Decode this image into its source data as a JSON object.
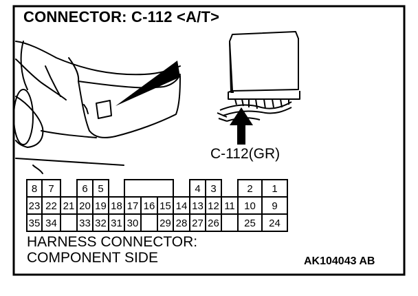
{
  "title": "CONNECTOR: C-112 <A/T>",
  "connector_label": "C-112(GR)",
  "harness_line1": "HARNESS CONNECTOR:",
  "harness_line2": "COMPONENT SIDE",
  "figure_code": "AK104043 AB",
  "pins": {
    "row1": [
      "8",
      "7",
      "",
      "",
      "6",
      "5",
      "",
      "",
      "",
      "",
      "",
      "4",
      "3",
      "",
      "2",
      "1"
    ],
    "row2": [
      "23",
      "22",
      "21",
      "20",
      "19",
      "18",
      "17",
      "16",
      "15",
      "14",
      "13",
      "12",
      "11",
      "10",
      "9"
    ],
    "row3": [
      "35",
      "34",
      "",
      "33",
      "32",
      "31",
      "30",
      "",
      "29",
      "28",
      "27",
      "26",
      "",
      "25",
      "24"
    ]
  }
}
